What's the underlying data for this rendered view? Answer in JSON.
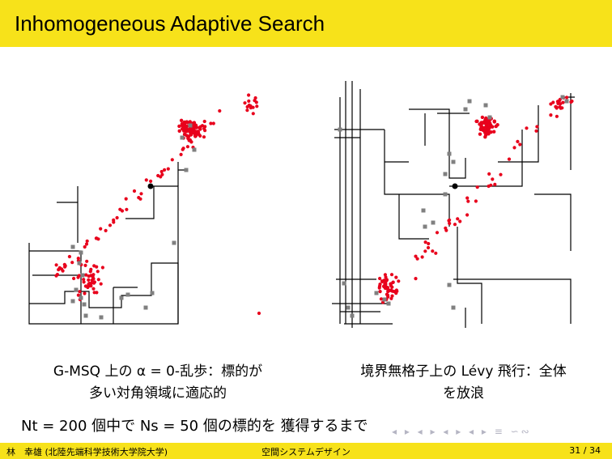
{
  "slide": {
    "title": "Inhomogeneous Adaptive Search",
    "caption_left_line1": "G-MSQ 上の α = 0-乱歩：標的が",
    "caption_left_line2": "多い対角領域に適応的",
    "caption_right_line1": "境界無格子上の Lévy 飛行：全体",
    "caption_right_line2": "を放浪",
    "note": "Nt = 200 個中で Ns = 50 個の標的を 獲得するまで",
    "nav_symbols": "◂ ▸ ◂ ▸ ◂ ▸ ◂ ▸ ≡ ∽∾"
  },
  "footer": {
    "author": "林　幸雄 (北陸先端科学技術大学院大学)",
    "title": "空間システムデザイン",
    "page": "31 / 34"
  },
  "colors": {
    "accent": "#f7e21a",
    "target": "#e8001c",
    "visited": "#808080"
  }
}
